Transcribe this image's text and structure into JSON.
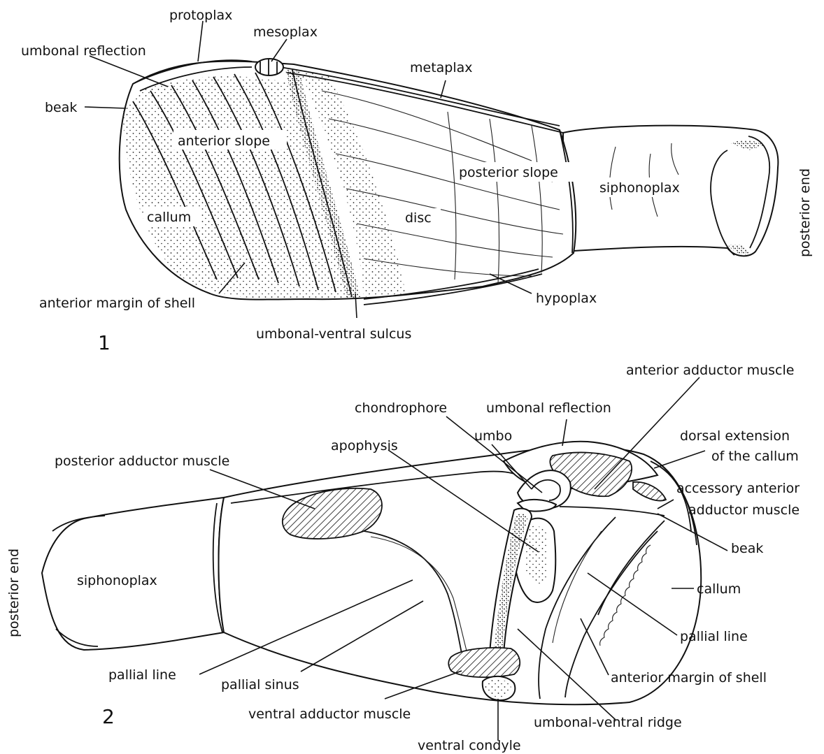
{
  "figure1": {
    "number": "1",
    "labels": {
      "protoplax": "protoplax",
      "mesoplax": "mesoplax",
      "umbonal_reflection": "umbonal reflection",
      "metaplax": "metaplax",
      "beak": "beak",
      "anterior_slope": "anterior slope",
      "posterior_slope": "posterior slope",
      "siphonoplax": "siphonoplax",
      "posterior_end": "posterior end",
      "callum": "callum",
      "disc": "disc",
      "anterior_margin": "anterior margin of shell",
      "hypoplax": "hypoplax",
      "umbonal_ventral_sulcus": "umbonal-ventral sulcus"
    }
  },
  "figure2": {
    "number": "2",
    "labels": {
      "anterior_adductor_muscle": "anterior adductor muscle",
      "chondrophore": "chondrophore",
      "umbonal_reflection": "umbonal reflection",
      "dorsal_extension_1": "dorsal extension",
      "dorsal_extension_2": "of the callum",
      "umbo": "umbo",
      "apophysis": "apophysis",
      "posterior_adductor_muscle": "posterior adductor muscle",
      "accessory_1": "accessory anterior",
      "accessory_2": "adductor muscle",
      "beak": "beak",
      "posterior_end": "posterior end",
      "siphonoplax": "siphonoplax",
      "callum": "callum",
      "pallial_line_right": "pallial line",
      "pallial_line_left": "pallial line",
      "pallial_sinus": "pallial sinus",
      "anterior_margin": "anterior margin of shell",
      "ventral_adductor_muscle": "ventral adductor muscle",
      "umbonal_ventral_ridge": "umbonal-ventral ridge",
      "ventral_condyle": "ventral condyle"
    }
  }
}
